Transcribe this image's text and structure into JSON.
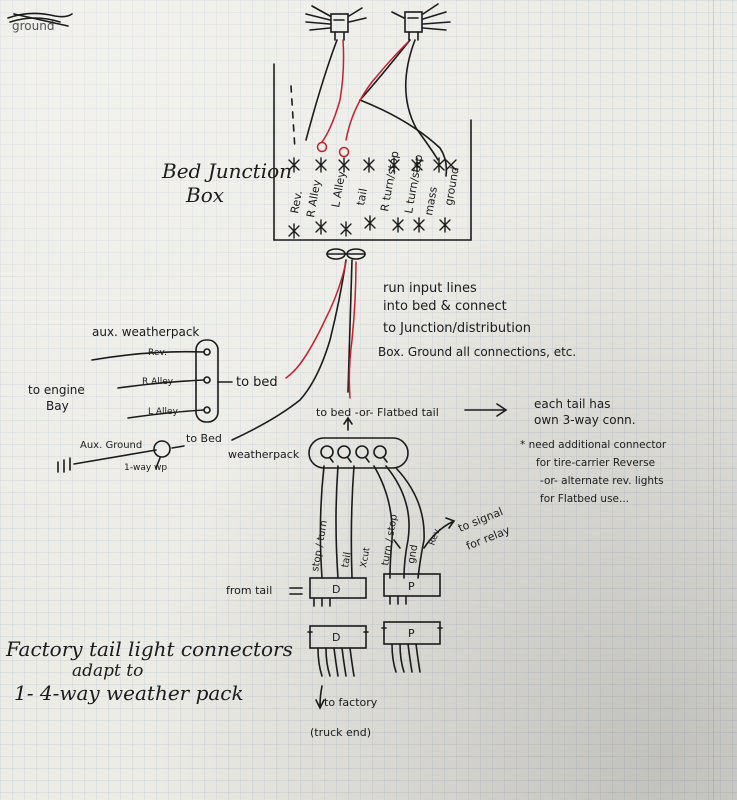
{
  "top_left_scribble": "ground",
  "junction_box": {
    "title_line1": "Bed Junction",
    "title_line2": "Box",
    "terminals": [
      "Rev.",
      "R Alley",
      "L Alley",
      "tail",
      "R turn/stop",
      "L turn/stop",
      "mass",
      "ground"
    ]
  },
  "input_note": {
    "line1": "run input lines",
    "line2": "into bed & connect",
    "line3": "to Junction/distribution",
    "line4": "Box. Ground all connections, etc."
  },
  "aux": {
    "weatherpack_label": "aux. weatherpack",
    "rev": "Rev.",
    "r_alley": "R Alley",
    "l_alley": "L Alley",
    "to_engine_line1": "to engine",
    "to_engine_line2": "Bay",
    "to_bed": "to bed",
    "ground_label": "Aux. Ground",
    "one_way": "1-way wp",
    "to_bed_weatherpack_line1": "to Bed",
    "to_bed_weatherpack_line2": "weatherpack"
  },
  "flatbed": {
    "label": "to bed -or- Flatbed tail",
    "each_tail_line1": "each tail has",
    "each_tail_line2": "own 3-way conn."
  },
  "additional_note": {
    "line1": "* need additional connector",
    "line2": "for tire-carrier Reverse",
    "line3": "-or- alternate rev. lights",
    "line4": "for Flatbed use..."
  },
  "tail_wires": {
    "left": [
      "stop / turn",
      "tail"
    ],
    "right": [
      "turn / stop",
      "gnd"
    ],
    "rev": "Rev.",
    "to_signal_line1": "to signal",
    "to_signal_line2": "for relay",
    "xcut": "Xcut"
  },
  "connectors": {
    "from_tail": "from tail",
    "driver": "D",
    "passenger": "P"
  },
  "factory_note": {
    "line1": "Factory tail light connectors",
    "line2": "adapt to",
    "line3": "1- 4-way weather pack"
  },
  "to_factory": {
    "line1": "to factory",
    "line2": "(truck end)"
  },
  "colors": {
    "ink": "#1b1b1b",
    "red_wire": "#c8202a",
    "paper": "#ecebe4"
  }
}
